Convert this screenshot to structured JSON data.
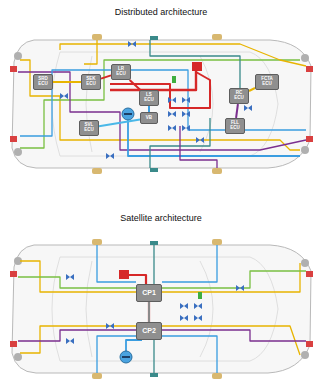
{
  "diagram": {
    "nodes": [
      {
        "text": [
          "SRD ECU"
        ]
      },
      {
        "text": [
          "SEK ECU"
        ]
      },
      {
        "text": [
          "LR ECU"
        ]
      },
      {
        "text": [
          "LS ECU"
        ]
      },
      {
        "text": [
          "VB"
        ]
      },
      {
        "text": [
          "SVL ECU"
        ]
      },
      {
        "text": [
          "RC ECU"
        ]
      },
      {
        "text": [
          "FLL ECU"
        ]
      },
      {
        "text": [
          "FCTA ECU"
        ]
      },
      {
        "text": [
          "CP1"
        ]
      },
      {
        "text": [
          "CP2"
        ]
      }
    ],
    "edges": [
      {
        "from": 0,
        "to": 1,
        "arrow": "none"
      },
      {
        "from": 1,
        "to": 2,
        "arrow": "none"
      },
      {
        "from": 2,
        "to": 3,
        "arrow": "none"
      },
      {
        "from": 3,
        "to": 4,
        "arrow": "none"
      },
      {
        "from": 5,
        "to": 4,
        "arrow": "none"
      },
      {
        "from": 6,
        "to": 7,
        "arrow": "none"
      },
      {
        "from": 6,
        "to": 8,
        "arrow": "none"
      },
      {
        "from": 9,
        "to": 10,
        "arrow": "none"
      }
    ],
    "labels": [
      "Distributed architecture",
      "Satellite architecture"
    ]
  }
}
